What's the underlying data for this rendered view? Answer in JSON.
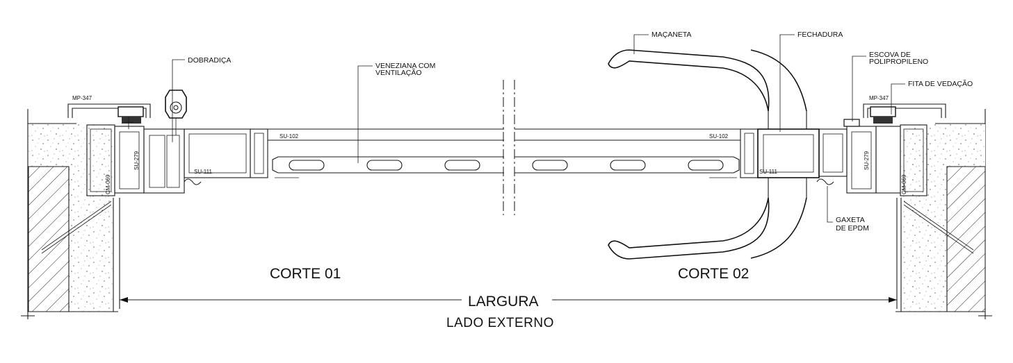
{
  "labels": {
    "dobradica": "DOBRADIÇA",
    "veneziana_1": "VENEZIANA COM",
    "veneziana_2": "VENTILAÇÃO",
    "macaneta": "MAÇANETA",
    "fechadura": "FECHADURA",
    "escova_1": "ESCOVA DE",
    "escova_2": "POLIPROPILENO",
    "fita": "FITA DE VEDAÇÃO",
    "gaxeta_1": "GAXETA",
    "gaxeta_2": "DE EPDM",
    "corte_01": "CORTE 01",
    "corte_02": "CORTE 02",
    "largura": "LARGURA",
    "lado_externo": "LADO EXTERNO"
  },
  "profiles": {
    "mp_left": "MP-347",
    "mp_right": "MP-347",
    "su279_left": "SU-279",
    "su279_right": "SU-279",
    "su111_left": "SU-111",
    "su111_right": "SU-111",
    "su102_left": "SU-102",
    "su102_right": "SU-102",
    "cm069_left": "CM-069",
    "cm069_right": "CM-069"
  }
}
